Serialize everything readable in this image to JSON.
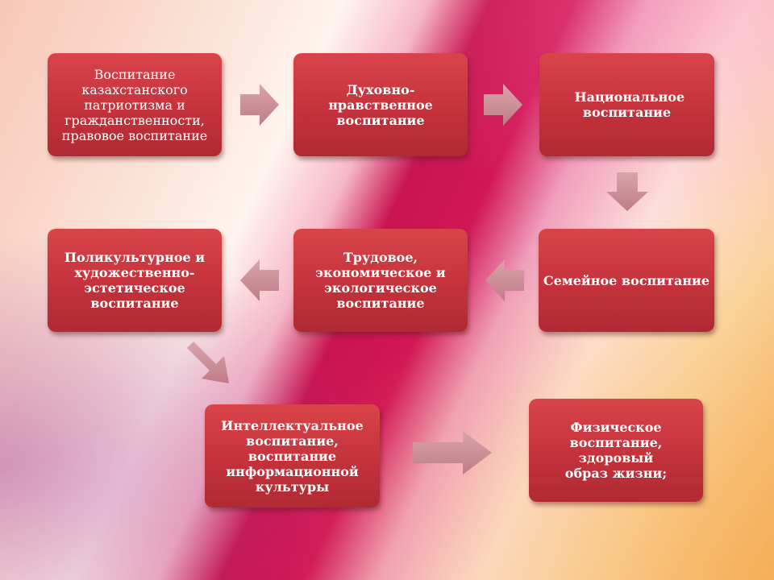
{
  "boxes": {
    "b1": "Воспитание казахстанского патриотизма и гражданственности, правовое воспитание",
    "b2": "Духовно-нравственное воспитание",
    "b3": "Национальное воспитание",
    "b4": "Семейное воспитание",
    "b5": "Трудовое, экономическое и экологическое воспитание",
    "b6": "Поликультурное и художественно-эстетическое воспитание",
    "b7": "Интеллектуальное воспитание, воспитание информационной культуры",
    "b8": "Физическое воспитание, здоровый образ жизни;"
  },
  "colors": {
    "box": "#c93a41",
    "arrow": "#cf8f98"
  }
}
